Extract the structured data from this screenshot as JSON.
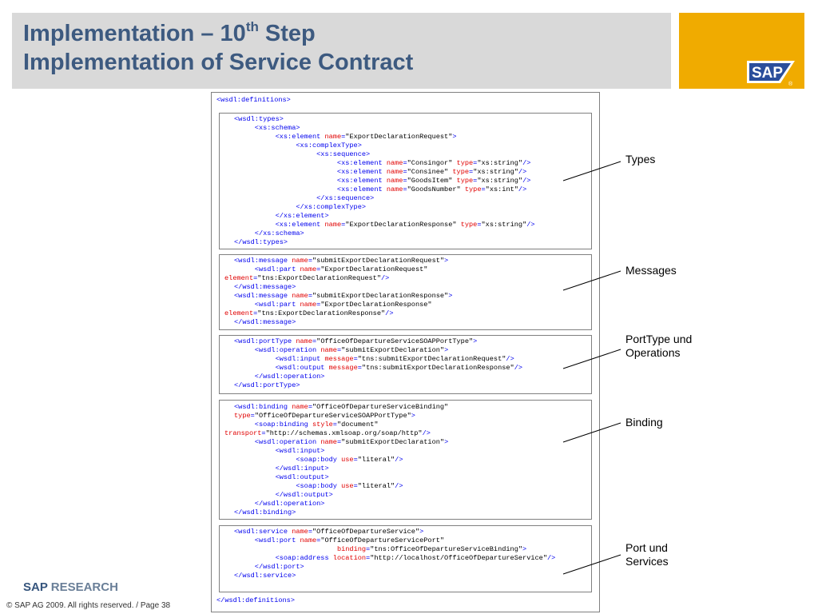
{
  "slide": {
    "title_line1_main": "Implementation – 10",
    "title_line1_sup": "th",
    "title_line1_end": " Step",
    "title_line2": "Implementation of Service Contract"
  },
  "logo": {
    "text": "SAP",
    "registered": "®"
  },
  "branding": {
    "research_sap": "SAP",
    "research_word": "RESEARCH"
  },
  "footer": {
    "copyright": "© SAP AG 2009. All rights reserved. / Page 38"
  },
  "colors": {
    "title": "#3d5a80",
    "logo_bg": "#f0ab00",
    "title_bar": "#d9d9d9",
    "tag": "#0000ee",
    "attr": "#e00000",
    "research": "#36557d"
  },
  "code": {
    "open": [
      {
        "t": "tag",
        "s": "<wsdl:definitions>"
      }
    ],
    "close": [
      {
        "t": "tag",
        "s": "</wsdl:definitions>"
      }
    ],
    "sections": [
      {
        "label": "Types",
        "lines": [
          [
            {
              "t": "tag",
              "s": "<wsdl:types>"
            }
          ],
          [
            {
              "t": "tag",
              "s": "     <xs:schema>"
            }
          ],
          [
            {
              "t": "tag",
              "s": "          <xs:element "
            },
            {
              "t": "attr",
              "s": "name"
            },
            {
              "t": "tag",
              "s": "="
            },
            {
              "t": "val",
              "s": "\"ExportDeclarationRequest\""
            },
            {
              "t": "tag",
              "s": ">"
            }
          ],
          [
            {
              "t": "tag",
              "s": "               <xs:complexType>"
            }
          ],
          [
            {
              "t": "tag",
              "s": "                    <xs:sequence>"
            }
          ],
          [
            {
              "t": "tag",
              "s": "                         <xs:element "
            },
            {
              "t": "attr",
              "s": "name"
            },
            {
              "t": "tag",
              "s": "="
            },
            {
              "t": "val",
              "s": "\"Consingor\""
            },
            {
              "t": "tag",
              "s": " "
            },
            {
              "t": "attr",
              "s": "type"
            },
            {
              "t": "tag",
              "s": "="
            },
            {
              "t": "val",
              "s": "\"xs:string\""
            },
            {
              "t": "tag",
              "s": "/>"
            }
          ],
          [
            {
              "t": "tag",
              "s": "                         <xs:element "
            },
            {
              "t": "attr",
              "s": "name"
            },
            {
              "t": "tag",
              "s": "="
            },
            {
              "t": "val",
              "s": "\"Consinee\""
            },
            {
              "t": "tag",
              "s": " "
            },
            {
              "t": "attr",
              "s": "type"
            },
            {
              "t": "tag",
              "s": "="
            },
            {
              "t": "val",
              "s": "\"xs:string\""
            },
            {
              "t": "tag",
              "s": "/>"
            }
          ],
          [
            {
              "t": "tag",
              "s": "                         <xs:element "
            },
            {
              "t": "attr",
              "s": "name"
            },
            {
              "t": "tag",
              "s": "="
            },
            {
              "t": "val",
              "s": "\"GoodsItem\""
            },
            {
              "t": "tag",
              "s": " "
            },
            {
              "t": "attr",
              "s": "type"
            },
            {
              "t": "tag",
              "s": "="
            },
            {
              "t": "val",
              "s": "\"xs:string\""
            },
            {
              "t": "tag",
              "s": "/>"
            }
          ],
          [
            {
              "t": "tag",
              "s": "                         <xs:element "
            },
            {
              "t": "attr",
              "s": "name"
            },
            {
              "t": "tag",
              "s": "="
            },
            {
              "t": "val",
              "s": "\"GoodsNumber\""
            },
            {
              "t": "tag",
              "s": " "
            },
            {
              "t": "attr",
              "s": "type"
            },
            {
              "t": "tag",
              "s": "="
            },
            {
              "t": "val",
              "s": "\"xs:int\""
            },
            {
              "t": "tag",
              "s": "/>"
            }
          ],
          [
            {
              "t": "tag",
              "s": "                    </xs:sequence>"
            }
          ],
          [
            {
              "t": "tag",
              "s": "               </xs:complexType>"
            }
          ],
          [
            {
              "t": "tag",
              "s": "          </xs:element>"
            }
          ],
          [
            {
              "t": "tag",
              "s": "          <xs:element "
            },
            {
              "t": "attr",
              "s": "name"
            },
            {
              "t": "tag",
              "s": "="
            },
            {
              "t": "val",
              "s": "\"ExportDeclarationResponse\""
            },
            {
              "t": "tag",
              "s": " "
            },
            {
              "t": "attr",
              "s": "type"
            },
            {
              "t": "tag",
              "s": "="
            },
            {
              "t": "val",
              "s": "\"xs:string\""
            },
            {
              "t": "tag",
              "s": "/>"
            }
          ],
          [
            {
              "t": "tag",
              "s": "     </xs:schema>"
            }
          ],
          [
            {
              "t": "tag",
              "s": "</wsdl:types>"
            }
          ]
        ]
      },
      {
        "label": "Messages",
        "lines": [
          [
            {
              "t": "tag",
              "s": "<wsdl:message "
            },
            {
              "t": "attr",
              "s": "name"
            },
            {
              "t": "tag",
              "s": "="
            },
            {
              "t": "val",
              "s": "\"submitExportDeclarationRequest\""
            },
            {
              "t": "tag",
              "s": ">"
            }
          ],
          [
            {
              "t": "tag",
              "s": "     <wsdl:part "
            },
            {
              "t": "attr",
              "s": "name"
            },
            {
              "t": "tag",
              "s": "="
            },
            {
              "t": "val",
              "s": "\"ExportDeclarationRequest\""
            }
          ],
          [
            {
              "t": "attr",
              "s": "element"
            },
            {
              "t": "tag",
              "s": "="
            },
            {
              "t": "val",
              "s": "\"tns:ExportDeclarationRequest\""
            },
            {
              "t": "tag",
              "s": "/>"
            }
          ],
          [
            {
              "t": "tag",
              "s": "</wsdl:message>"
            }
          ],
          [
            {
              "t": "tag",
              "s": "<wsdl:message "
            },
            {
              "t": "attr",
              "s": "name"
            },
            {
              "t": "tag",
              "s": "="
            },
            {
              "t": "val",
              "s": "\"submitExportDeclarationResponse\""
            },
            {
              "t": "tag",
              "s": ">"
            }
          ],
          [
            {
              "t": "tag",
              "s": "     <wsdl:part "
            },
            {
              "t": "attr",
              "s": "name"
            },
            {
              "t": "tag",
              "s": "="
            },
            {
              "t": "val",
              "s": "\"ExportDeclarationResponse\""
            }
          ],
          [
            {
              "t": "attr",
              "s": "element"
            },
            {
              "t": "tag",
              "s": "="
            },
            {
              "t": "val",
              "s": "\"tns:ExportDeclarationResponse\""
            },
            {
              "t": "tag",
              "s": "/>"
            }
          ],
          [
            {
              "t": "tag",
              "s": "</wsdl:message>"
            }
          ]
        ]
      },
      {
        "label": "PortType und Operations",
        "lines": [
          [
            {
              "t": "tag",
              "s": "<wsdl:portType "
            },
            {
              "t": "attr",
              "s": "name"
            },
            {
              "t": "tag",
              "s": "="
            },
            {
              "t": "val",
              "s": "\"OfficeOfDepartureServiceSOAPPortType\""
            },
            {
              "t": "tag",
              "s": ">"
            }
          ],
          [
            {
              "t": "tag",
              "s": "     <wsdl:operation "
            },
            {
              "t": "attr",
              "s": "name"
            },
            {
              "t": "tag",
              "s": "="
            },
            {
              "t": "val",
              "s": "\"submitExportDeclaration\""
            },
            {
              "t": "tag",
              "s": ">"
            }
          ],
          [
            {
              "t": "tag",
              "s": "          <wsdl:input "
            },
            {
              "t": "attr",
              "s": "message"
            },
            {
              "t": "tag",
              "s": "="
            },
            {
              "t": "val",
              "s": "\"tns:submitExportDeclarationRequest\""
            },
            {
              "t": "tag",
              "s": "/>"
            }
          ],
          [
            {
              "t": "tag",
              "s": "          <wsdl:output "
            },
            {
              "t": "attr",
              "s": "message"
            },
            {
              "t": "tag",
              "s": "="
            },
            {
              "t": "val",
              "s": "\"tns:submitExportDeclarationResponse\""
            },
            {
              "t": "tag",
              "s": "/>"
            }
          ],
          [
            {
              "t": "tag",
              "s": "     </wsdl:operation>"
            }
          ],
          [
            {
              "t": "tag",
              "s": "</wsdl:portType>"
            }
          ]
        ]
      },
      {
        "label": "Binding",
        "lines": [
          [
            {
              "t": "tag",
              "s": "<wsdl:binding "
            },
            {
              "t": "attr",
              "s": "name"
            },
            {
              "t": "tag",
              "s": "="
            },
            {
              "t": "val",
              "s": "\"OfficeOfDepartureServiceBinding\""
            }
          ],
          [
            {
              "t": "attr",
              "s": "type"
            },
            {
              "t": "tag",
              "s": "="
            },
            {
              "t": "val",
              "s": "\"OfficeOfDepartureServiceSOAPPortType\""
            },
            {
              "t": "tag",
              "s": ">"
            }
          ],
          [
            {
              "t": "tag",
              "s": "     <soap:binding "
            },
            {
              "t": "attr",
              "s": "style"
            },
            {
              "t": "tag",
              "s": "="
            },
            {
              "t": "val",
              "s": "\"document\""
            }
          ],
          [
            {
              "t": "attr",
              "s": "transport"
            },
            {
              "t": "tag",
              "s": "="
            },
            {
              "t": "val",
              "s": "\"http://schemas.xmlsoap.org/soap/http\""
            },
            {
              "t": "tag",
              "s": "/>"
            }
          ],
          [
            {
              "t": "tag",
              "s": "     <wsdl:operation "
            },
            {
              "t": "attr",
              "s": "name"
            },
            {
              "t": "tag",
              "s": "="
            },
            {
              "t": "val",
              "s": "\"submitExportDeclaration\""
            },
            {
              "t": "tag",
              "s": ">"
            }
          ],
          [
            {
              "t": "tag",
              "s": "          <wsdl:input>"
            }
          ],
          [
            {
              "t": "tag",
              "s": "               <soap:body "
            },
            {
              "t": "attr",
              "s": "use"
            },
            {
              "t": "tag",
              "s": "="
            },
            {
              "t": "val",
              "s": "\"literal\""
            },
            {
              "t": "tag",
              "s": "/>"
            }
          ],
          [
            {
              "t": "tag",
              "s": "          </wsdl:input>"
            }
          ],
          [
            {
              "t": "tag",
              "s": "          <wsdl:output>"
            }
          ],
          [
            {
              "t": "tag",
              "s": "               <soap:body "
            },
            {
              "t": "attr",
              "s": "use"
            },
            {
              "t": "tag",
              "s": "="
            },
            {
              "t": "val",
              "s": "\"literal\""
            },
            {
              "t": "tag",
              "s": "/>"
            }
          ],
          [
            {
              "t": "tag",
              "s": "          </wsdl:output>"
            }
          ],
          [
            {
              "t": "tag",
              "s": "     </wsdl:operation>"
            }
          ],
          [
            {
              "t": "tag",
              "s": "</wsdl:binding>"
            }
          ]
        ]
      },
      {
        "label": "Port und Services",
        "lines": [
          [
            {
              "t": "tag",
              "s": "<wsdl:service "
            },
            {
              "t": "attr",
              "s": "name"
            },
            {
              "t": "tag",
              "s": "="
            },
            {
              "t": "val",
              "s": "\"OfficeOfDepartureService\""
            },
            {
              "t": "tag",
              "s": ">"
            }
          ],
          [
            {
              "t": "tag",
              "s": "     <wsdl:port "
            },
            {
              "t": "attr",
              "s": "name"
            },
            {
              "t": "tag",
              "s": "="
            },
            {
              "t": "val",
              "s": "\"OfficeOfDepartureServicePort\""
            }
          ],
          [
            {
              "t": "tag",
              "s": "                         "
            },
            {
              "t": "attr",
              "s": "binding"
            },
            {
              "t": "tag",
              "s": "="
            },
            {
              "t": "val",
              "s": "\"tns:OfficeOfDepartureServiceBinding\""
            },
            {
              "t": "tag",
              "s": ">"
            }
          ],
          [
            {
              "t": "tag",
              "s": "          <soap:address "
            },
            {
              "t": "attr",
              "s": "location"
            },
            {
              "t": "tag",
              "s": "="
            },
            {
              "t": "val",
              "s": "\"http://localhost/OfficeOfDepartureService\""
            },
            {
              "t": "tag",
              "s": "/>"
            }
          ],
          [
            {
              "t": "tag",
              "s": "     </wsdl:port>"
            }
          ],
          [
            {
              "t": "tag",
              "s": "</wsdl:service>"
            }
          ]
        ]
      }
    ]
  }
}
